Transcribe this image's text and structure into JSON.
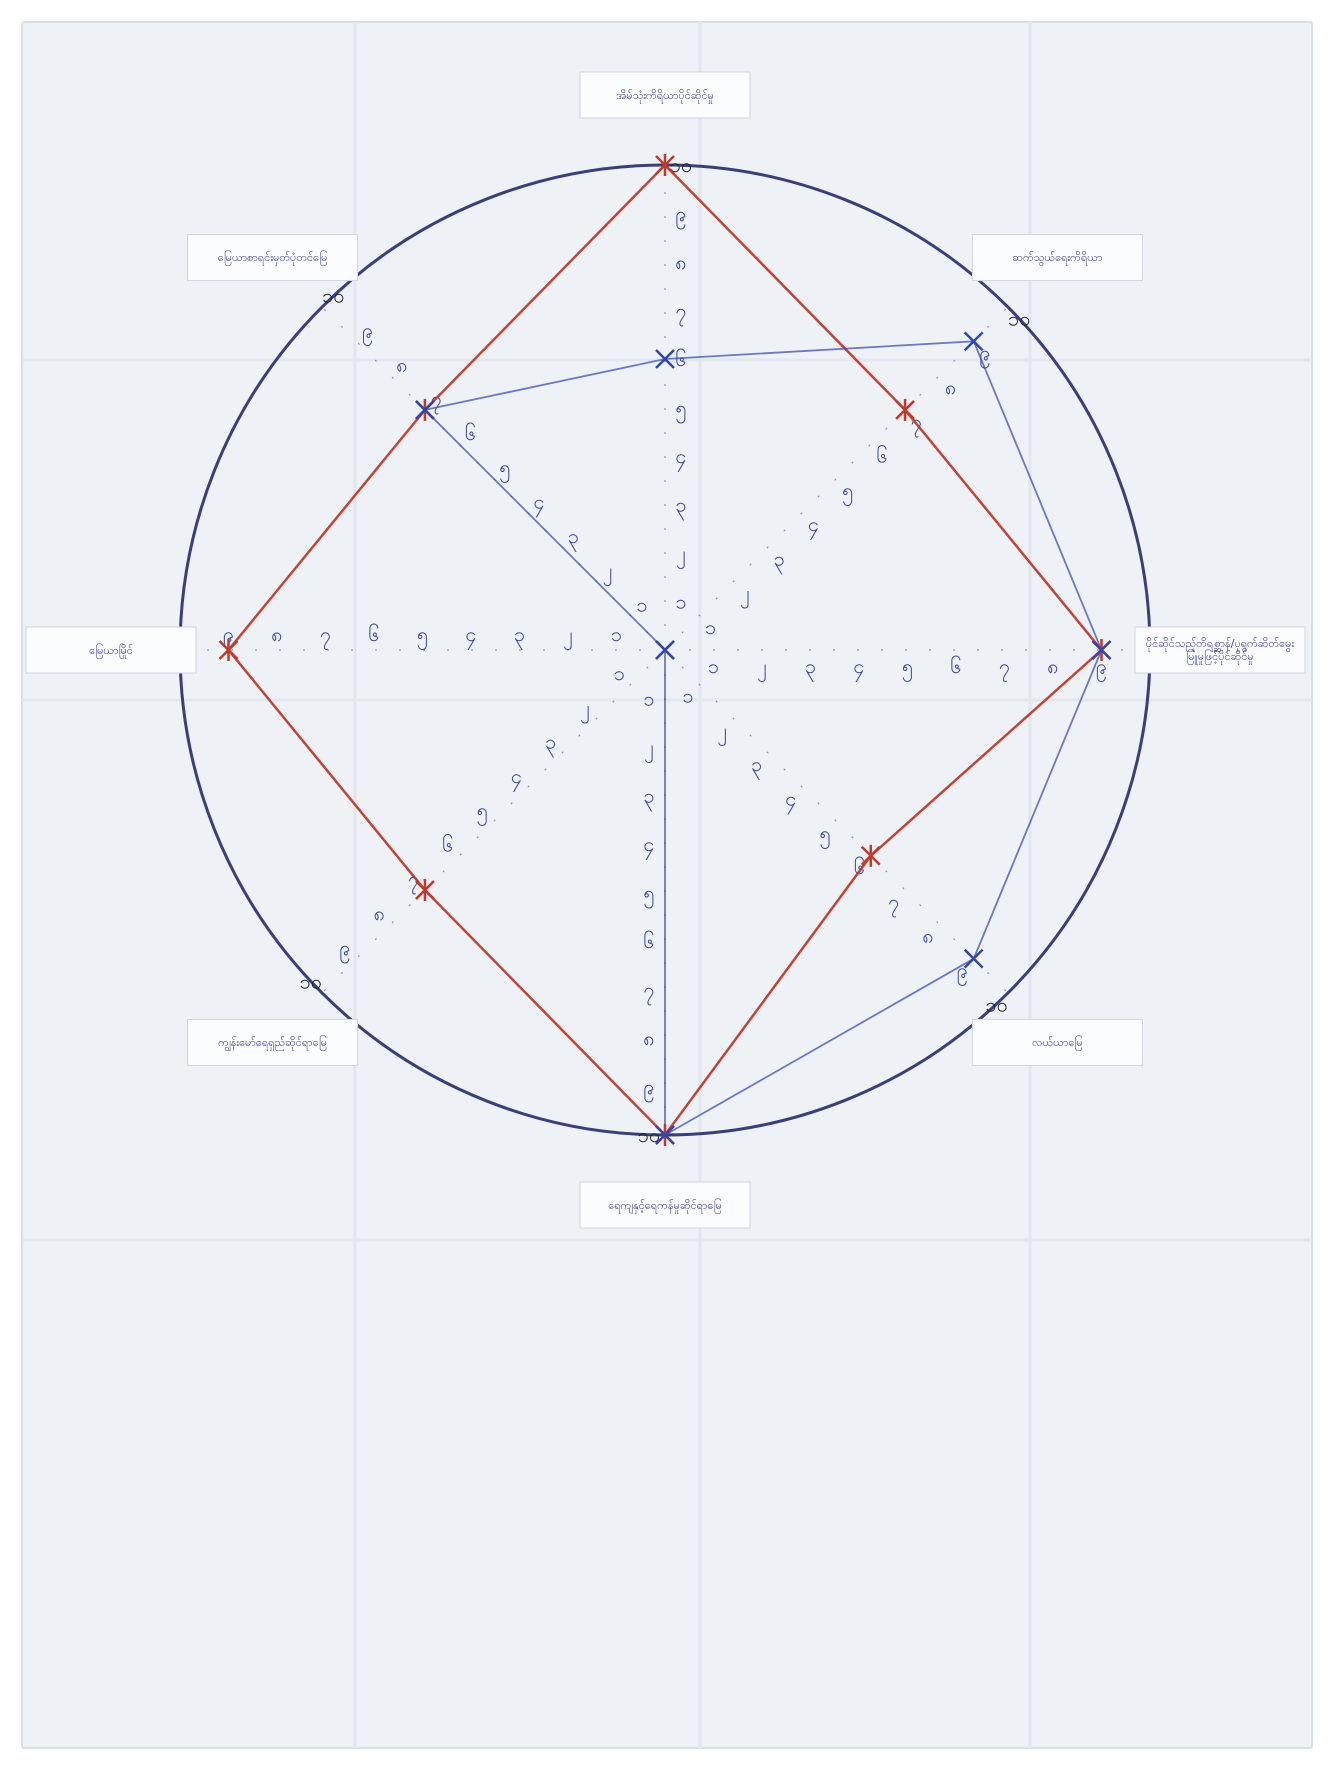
{
  "colors": {
    "paper": "#eef1f6",
    "paper_shadow": "#d9dee8",
    "fold": "#e2e6ee",
    "circle": "#3a3f7a",
    "red_series": "#c0392b",
    "blue_series": "#3346a8",
    "axis_ink": "#3a46a0",
    "black_ink": "#1f1f2a",
    "label_card": "#fbfcfe",
    "label_ink": "#3a3f98"
  },
  "chart_data": {
    "type": "radar",
    "title": "",
    "scale": [
      0,
      10
    ],
    "ticks": [
      "၁",
      "၂",
      "၃",
      "၄",
      "၅",
      "၆",
      "၇",
      "၈",
      "၉",
      "၁၀"
    ],
    "axes": [
      "အိမ်သုံးကိရိယာပိုင်ဆိုင်မှု",
      "ဆက်သွယ်ရေးကိရိယာ",
      "ပိုင်ဆိုင်သည့်တိရစ္ဆာန်/ပုရွက်ဆိတ်မွေး မြူမှုဖြင့်ပိုင်ဆိုင်မှု",
      "လယ်ယာမြေ",
      "ရေကျနှင့်ရေကန်မှုဆိုင်ရာမြေ",
      "ကျွန်းမော်ရေရှည်ဆိုင်ရာမြေ",
      "မြေယာမြိုင်",
      "မြေယာစာရင်းမှတ်ပုံတင်မြေ"
    ],
    "series": [
      {
        "values": [
          10,
          7,
          9,
          6,
          10,
          7,
          9,
          7
        ]
      },
      {
        "values": [
          6,
          9,
          9,
          9,
          10,
          0,
          0,
          7
        ]
      }
    ]
  }
}
